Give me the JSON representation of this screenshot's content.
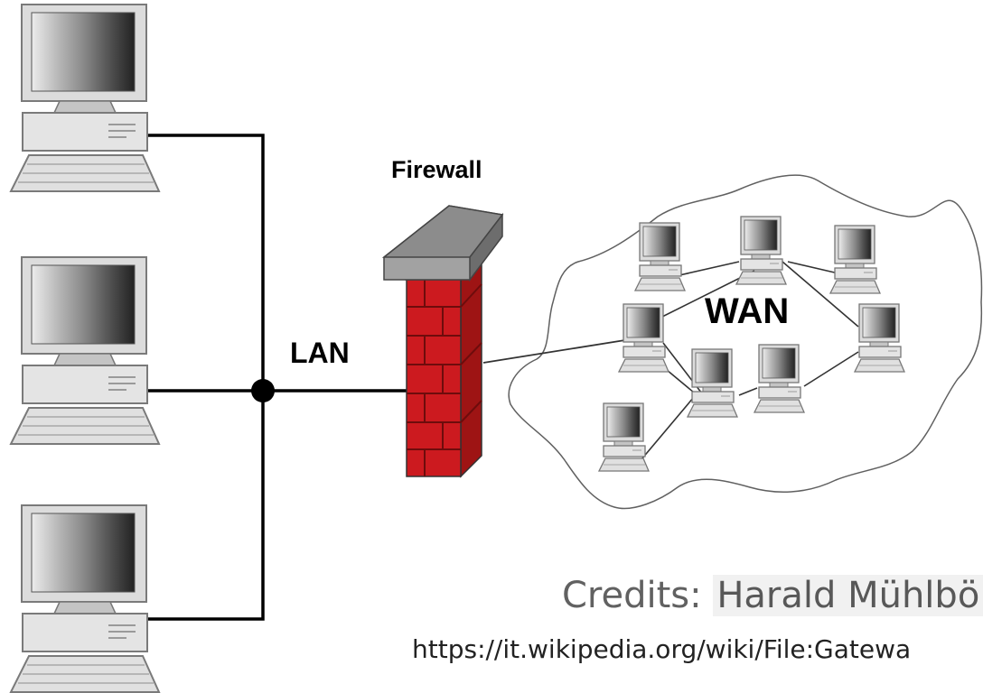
{
  "labels": {
    "lan": "LAN",
    "firewall": "Firewall",
    "wan": "WAN"
  },
  "credits": {
    "prefix": "Credits: ",
    "author": "Harald Mühlbö",
    "url": "https://it.wikipedia.org/wiki/File:Gatewa"
  },
  "colors": {
    "line": "#000000",
    "firewall_brick": "#c8181f",
    "firewall_mortar": "#6e0c0c",
    "firewall_cap": "#8c8c8c",
    "computer_case": "#e2e2e2",
    "cloud_outline": "#606060"
  },
  "icons": {
    "lan_computers": [
      "computer-icon",
      "computer-icon",
      "computer-icon"
    ],
    "wan_computers": [
      "computer-icon",
      "computer-icon",
      "computer-icon",
      "computer-icon",
      "computer-icon",
      "computer-icon",
      "computer-icon",
      "computer-icon"
    ],
    "firewall": "firewall-icon",
    "network": "cloud-icon"
  }
}
